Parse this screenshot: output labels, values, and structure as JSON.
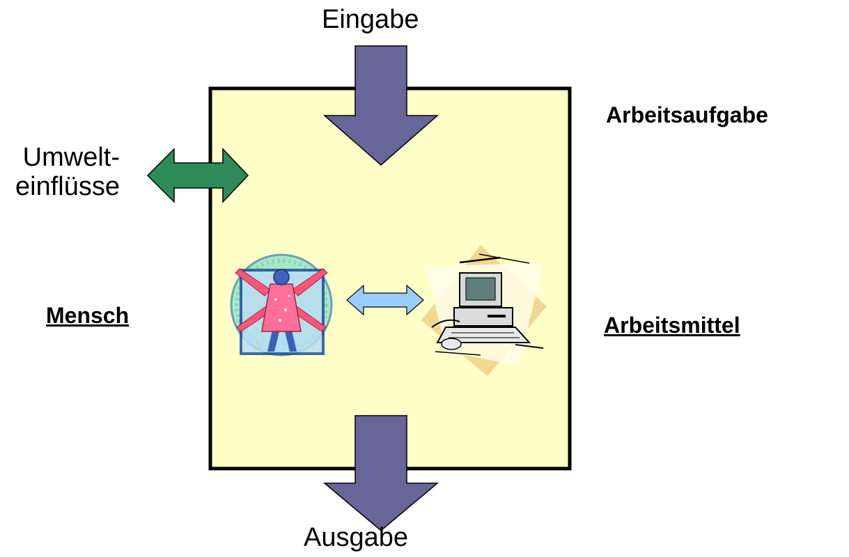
{
  "labels": {
    "input": "Eingabe",
    "output": "Ausgabe",
    "work_task": "Arbeitsaufgabe",
    "environment_line1": "Umwelt-",
    "environment_line2": "einflüsse",
    "human": "Mensch",
    "work_equipment": "Arbeitsmittel"
  },
  "icons": {
    "human": "vitruvian-man-clipart",
    "equipment": "computer-clipart"
  },
  "colors": {
    "system_box_fill": "#ffffc8",
    "system_box_border": "#000000",
    "io_arrow": "#666699",
    "environment_arrow": "#2e8b57",
    "interaction_arrow": "#99ccff"
  }
}
